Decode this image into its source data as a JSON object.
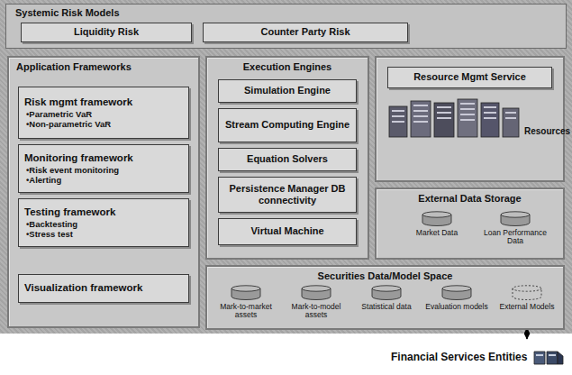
{
  "diagram": {
    "nodes": [
      {
        "text": [
          "Systemic Risk Models"
        ]
      },
      {
        "text": [
          "Liquidity Risk"
        ],
        "in": 0
      },
      {
        "text": [
          "Counter Party Risk"
        ],
        "in": 0
      },
      {
        "text": [
          "Application Frameworks"
        ]
      },
      {
        "text": [
          "Risk mgmt framework",
          "•Parametric VaR",
          "•Non-parametric VaR"
        ],
        "in": 3
      },
      {
        "text": [
          "Monitoring framework",
          "•Risk event monitoring",
          "•Alerting"
        ],
        "in": 3
      },
      {
        "text": [
          "Testing framework",
          "•Backtesting",
          "•Stress test"
        ],
        "in": 3
      },
      {
        "text": [
          "Visualization framework"
        ],
        "in": 3
      },
      {
        "text": [
          "Execution Engines"
        ]
      },
      {
        "text": [
          "Simulation Engine"
        ],
        "in": 8
      },
      {
        "text": [
          "Stream Computing Engine"
        ],
        "in": 8
      },
      {
        "text": [
          "Equation Solvers"
        ],
        "in": 8
      },
      {
        "text": [
          "Persistence Manager DB connectivity"
        ],
        "in": 8
      },
      {
        "text": [
          "Virtual Machine"
        ],
        "in": 8
      },
      {
        "text": [
          "Resources"
        ]
      },
      {
        "text": [
          "Resource Mgmt Service"
        ],
        "in": 14
      },
      {
        "text": [
          "External Data Storage"
        ]
      },
      {
        "text": [
          "Market Data"
        ],
        "in": 16
      },
      {
        "text": [
          "Loan Performance Data"
        ],
        "in": 16
      },
      {
        "text": [
          "Securities Data/Model Space"
        ]
      },
      {
        "text": [
          "Mark-to-market assets"
        ],
        "in": 19
      },
      {
        "text": [
          "Mark-to-model assets"
        ],
        "in": 19
      },
      {
        "text": [
          "Statistical data"
        ],
        "in": 19
      },
      {
        "text": [
          "Evaluation models"
        ],
        "in": 19
      },
      {
        "text": [
          "External Models"
        ],
        "in": 19
      },
      {
        "text": [
          "Financial Services Entities"
        ]
      }
    ],
    "edges": [
      {
        "from": 24,
        "to": 25,
        "arrow": "both"
      }
    ]
  }
}
